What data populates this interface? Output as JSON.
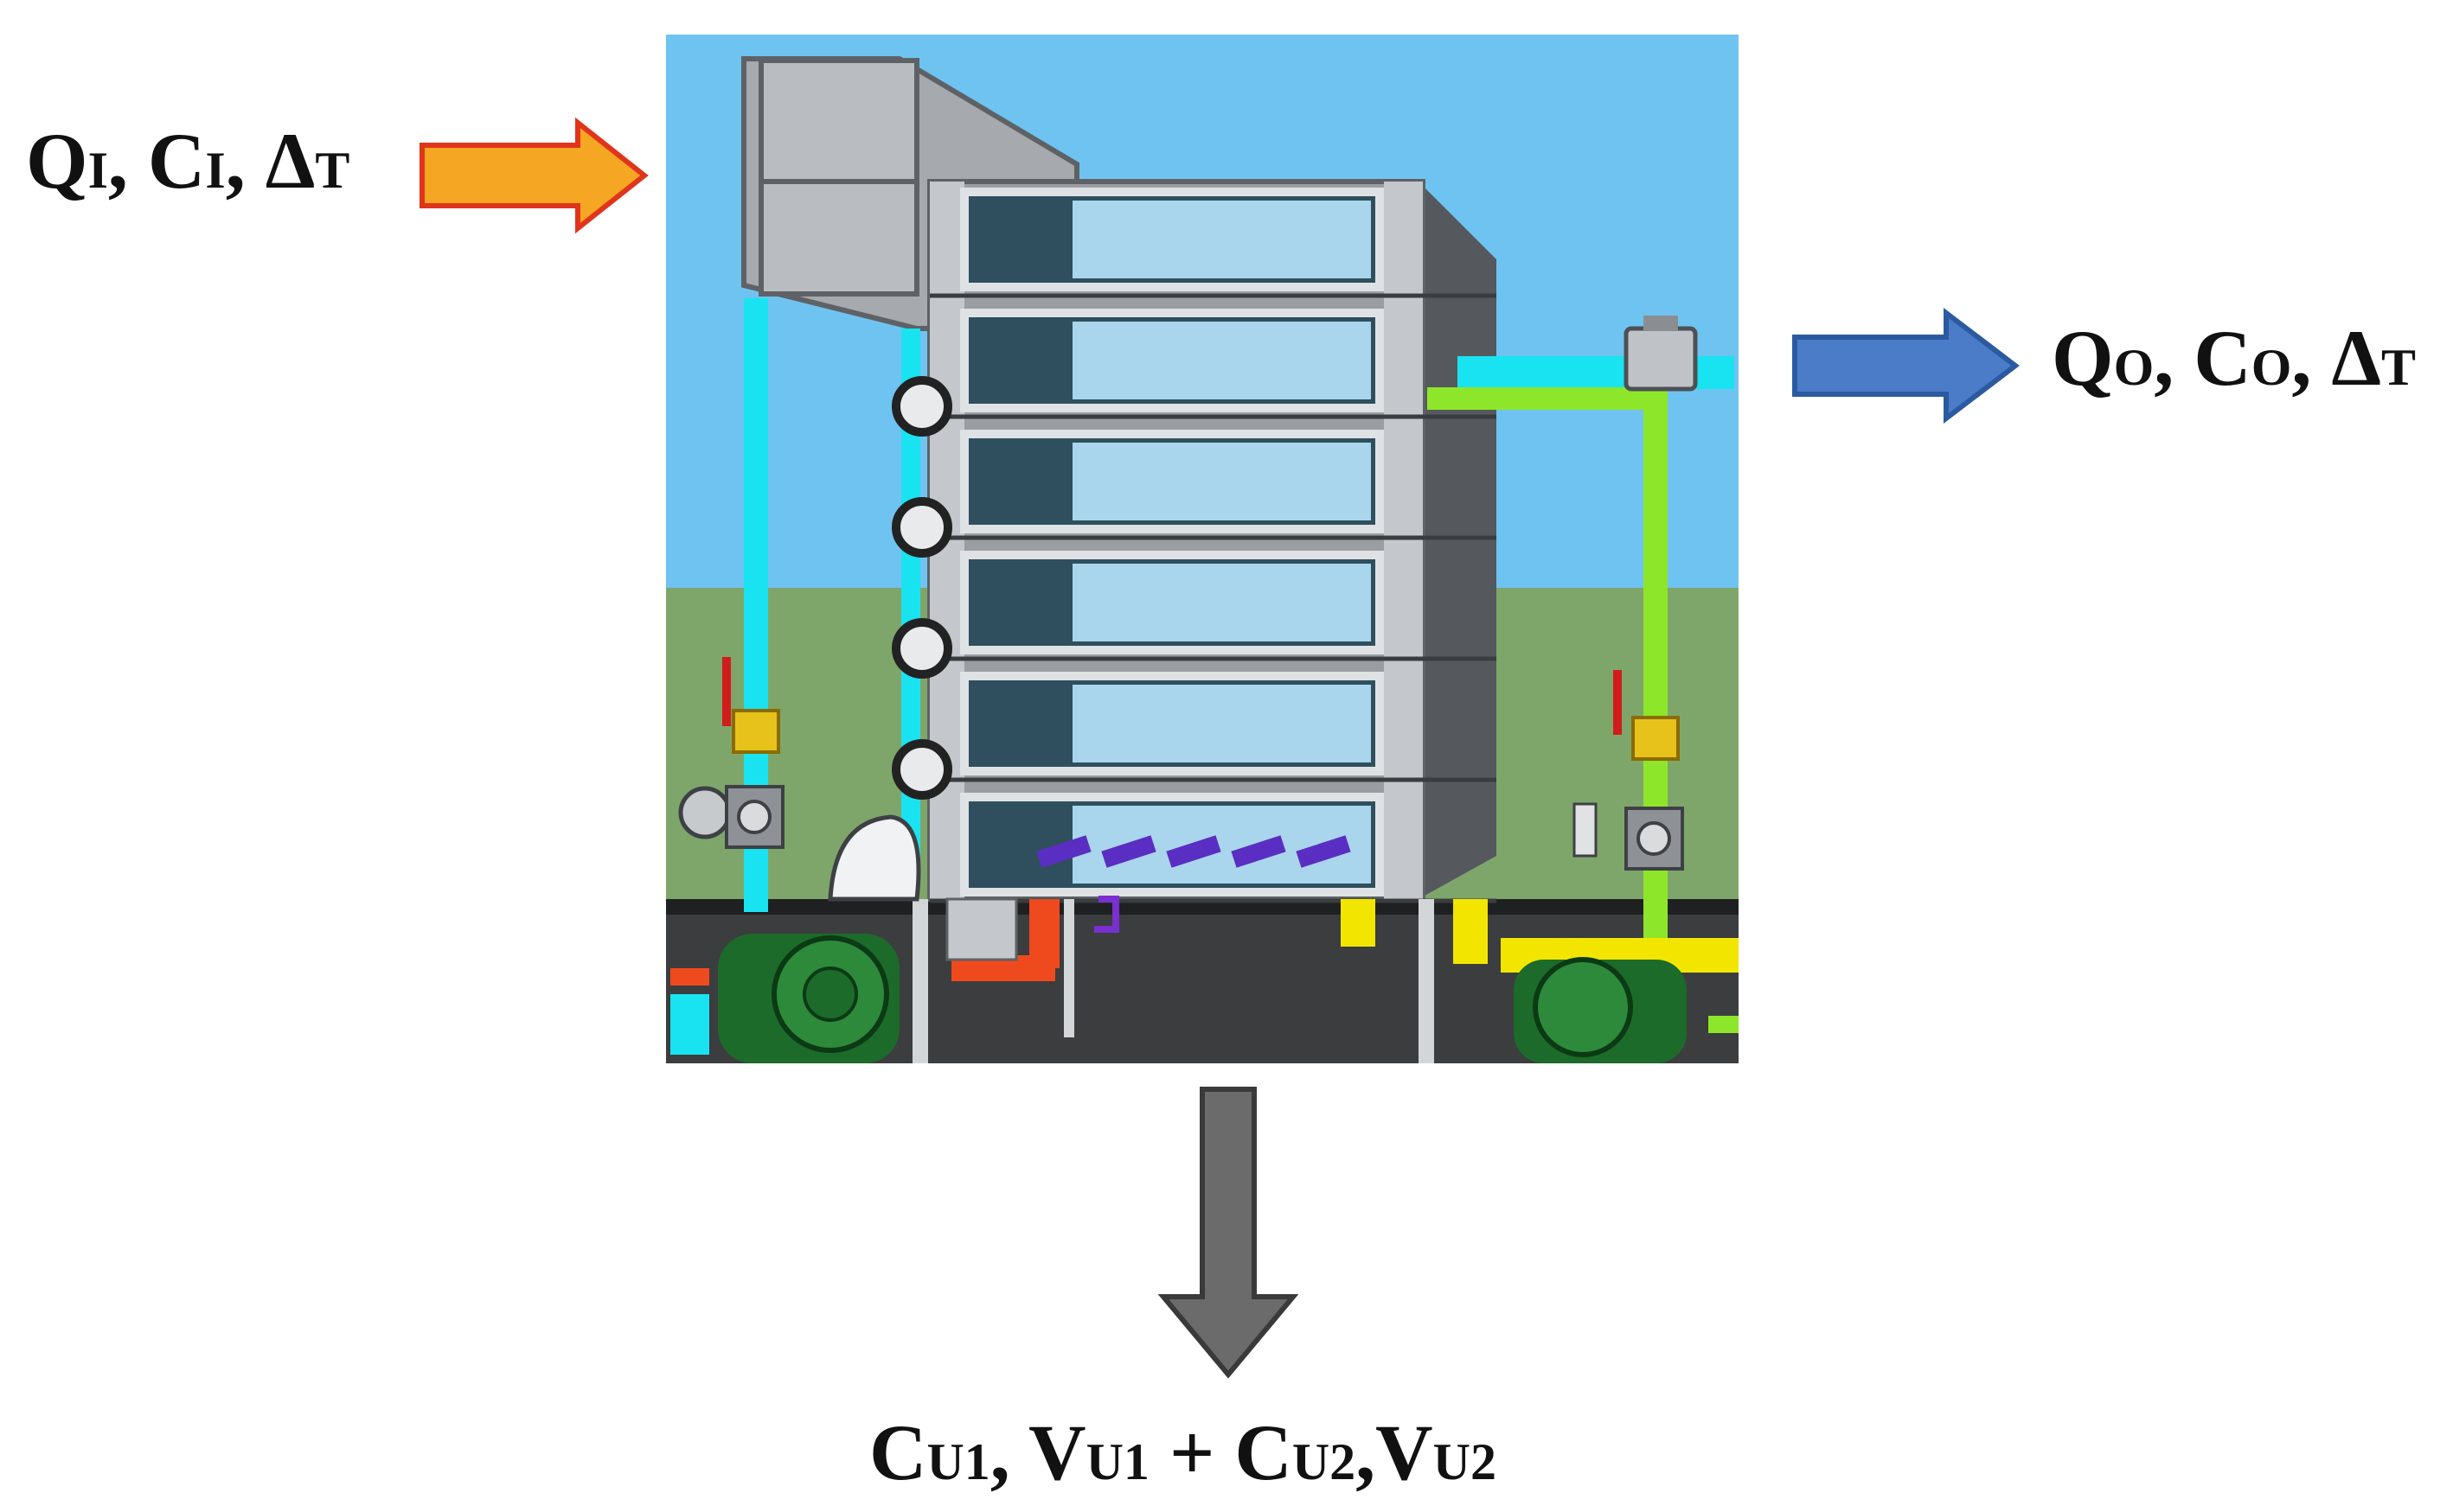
{
  "inlet": {
    "terms": [
      {
        "main": "Q",
        "sub": "I",
        "sep": ", "
      },
      {
        "main": "C",
        "sub": "I",
        "sep": ", "
      },
      {
        "main": "Δ",
        "sub": "T",
        "sep": ""
      }
    ]
  },
  "outlet": {
    "terms": [
      {
        "main": "Q",
        "sub": "O",
        "sep": ", "
      },
      {
        "main": "C",
        "sub": "O",
        "sep": ", "
      },
      {
        "main": "Δ",
        "sub": "T",
        "sep": ""
      }
    ]
  },
  "underflow": {
    "terms": [
      {
        "main": "C",
        "sub": "U1",
        "sep": ", "
      },
      {
        "main": "V",
        "sub": "U1",
        "sep": " + "
      },
      {
        "main": "C",
        "sub": "U2",
        "sep": ","
      },
      {
        "main": "V",
        "sub": "U2",
        "sep": ""
      }
    ]
  },
  "colors": {
    "inlet_arrow": "#f5a623",
    "inlet_arrow_stroke": "#e0341c",
    "outlet_arrow": "#4a7cc7",
    "outlet_arrow_stroke": "#2c5aa0",
    "underflow_arrow": "#6b6b6b",
    "underflow_arrow_stroke": "#3a3a3a",
    "sky": "#6fc3f0",
    "grass": "#7fa66a",
    "tank_frame": "#9a9ea3",
    "water": "#a9d6ec",
    "pipe_cyan": "#19e3f0",
    "pipe_green": "#8ee62a",
    "pipe_yellow": "#f2e600",
    "pipe_red": "#ef4a1e",
    "pump_green": "#1c6b2a"
  }
}
